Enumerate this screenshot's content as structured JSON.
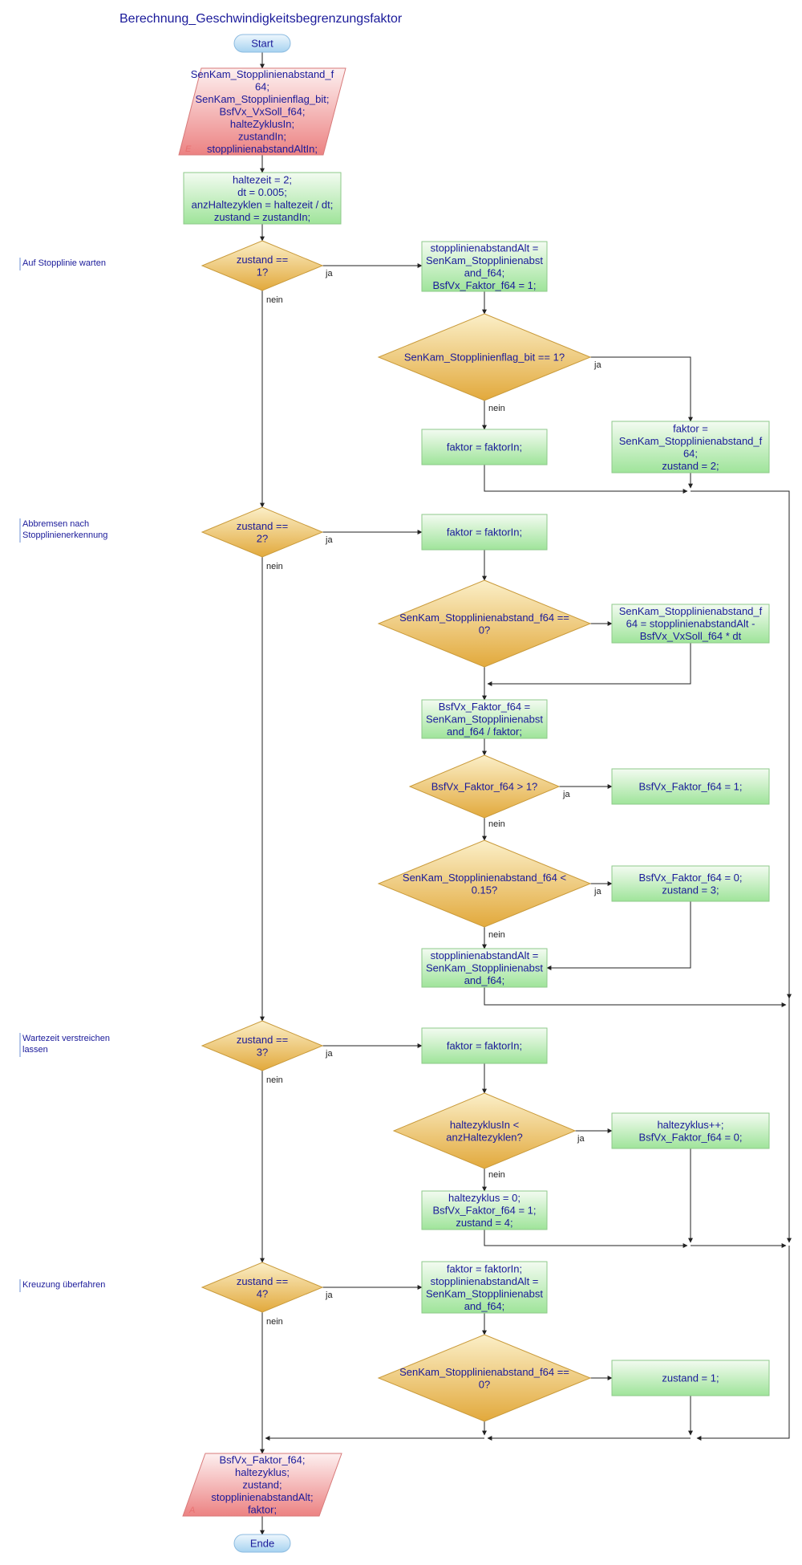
{
  "title": "Berechnung_Geschwindigkeitsbegrenzungsfaktor",
  "labels": {
    "ja": "ja",
    "nein": "nein"
  },
  "io_marks": {
    "input": "E",
    "output": "A"
  },
  "comments": [
    {
      "id": "c1",
      "lines": [
        "Auf Stopplinie warten"
      ]
    },
    {
      "id": "c2",
      "lines": [
        "Abbremsen nach",
        "Stopplinienerkennung"
      ]
    },
    {
      "id": "c3",
      "lines": [
        "Wartezeit verstreichen",
        "lassen"
      ]
    },
    {
      "id": "c4",
      "lines": [
        "Kreuzung überfahren"
      ]
    }
  ],
  "nodes": [
    {
      "id": "start",
      "kind": "terminal",
      "lines": [
        "Start"
      ]
    },
    {
      "id": "input",
      "kind": "io-in",
      "lines": [
        "SenKam_Stopplinienabstand_f",
        "64;",
        "SenKam_Stopplinienflag_bit;",
        "BsfVx_VxSoll_f64;",
        "halteZyklusIn;",
        "zustandIn;",
        "stopplinienabstandAltIn;"
      ]
    },
    {
      "id": "init",
      "kind": "process",
      "lines": [
        "haltezeit = 2;",
        "dt = 0.005;",
        "anzHaltezyklen = haltezeit / dt;",
        "zustand = zustandIn;"
      ]
    },
    {
      "id": "d1",
      "kind": "decision",
      "lines": [
        "zustand ==",
        "1?"
      ]
    },
    {
      "id": "p1a",
      "kind": "process",
      "lines": [
        "stopplinienabstandAlt =",
        "SenKam_Stopplinienabst",
        "and_f64;",
        "BsfVx_Faktor_f64 = 1;"
      ]
    },
    {
      "id": "d1b",
      "kind": "decision",
      "lines": [
        "SenKam_Stopplinienflag_bit == 1?"
      ]
    },
    {
      "id": "p1n",
      "kind": "process",
      "lines": [
        "faktor = faktorIn;"
      ]
    },
    {
      "id": "p1j",
      "kind": "process",
      "lines": [
        "faktor =",
        "SenKam_Stopplinienabstand_f",
        "64;",
        "zustand = 2;"
      ]
    },
    {
      "id": "d2",
      "kind": "decision",
      "lines": [
        "zustand ==",
        "2?"
      ]
    },
    {
      "id": "p2a",
      "kind": "process",
      "lines": [
        "faktor = faktorIn;"
      ]
    },
    {
      "id": "d2b",
      "kind": "decision",
      "lines": [
        "SenKam_Stopplinienabstand_f64 ==",
        "0?"
      ]
    },
    {
      "id": "p2j",
      "kind": "process",
      "lines": [
        "SenKam_Stopplinienabstand_f",
        "64 = stopplinienabstandAlt -",
        "BsfVx_VxSoll_f64 * dt"
      ]
    },
    {
      "id": "p2c",
      "kind": "process",
      "lines": [
        "BsfVx_Faktor_f64 =",
        "SenKam_Stopplinienabst",
        "and_f64 / faktor;"
      ]
    },
    {
      "id": "d2c",
      "kind": "decision",
      "lines": [
        "BsfVx_Faktor_f64 > 1?"
      ]
    },
    {
      "id": "p2cj",
      "kind": "process",
      "lines": [
        "BsfVx_Faktor_f64 = 1;"
      ]
    },
    {
      "id": "d2d",
      "kind": "decision",
      "lines": [
        "SenKam_Stopplinienabstand_f64 <",
        "0.15?"
      ]
    },
    {
      "id": "p2dj",
      "kind": "process",
      "lines": [
        "BsfVx_Faktor_f64 = 0;",
        "zustand = 3;"
      ]
    },
    {
      "id": "p2e",
      "kind": "process",
      "lines": [
        "stopplinienabstandAlt =",
        "SenKam_Stopplinienabst",
        "and_f64;"
      ]
    },
    {
      "id": "d3",
      "kind": "decision",
      "lines": [
        "zustand ==",
        "3?"
      ]
    },
    {
      "id": "p3a",
      "kind": "process",
      "lines": [
        "faktor = faktorIn;"
      ]
    },
    {
      "id": "d3b",
      "kind": "decision",
      "lines": [
        "haltezyklusIn <",
        "anzHaltezyklen?"
      ]
    },
    {
      "id": "p3j",
      "kind": "process",
      "lines": [
        "haltezyklus++;",
        "BsfVx_Faktor_f64 = 0;"
      ]
    },
    {
      "id": "p3n",
      "kind": "process",
      "lines": [
        "haltezyklus = 0;",
        "BsfVx_Faktor_f64 = 1;",
        "zustand = 4;"
      ]
    },
    {
      "id": "d4",
      "kind": "decision",
      "lines": [
        "zustand ==",
        "4?"
      ]
    },
    {
      "id": "p4a",
      "kind": "process",
      "lines": [
        "faktor = faktorIn;",
        "stopplinienabstandAlt =",
        "SenKam_Stopplinienabst",
        "and_f64;"
      ]
    },
    {
      "id": "d4b",
      "kind": "decision",
      "lines": [
        "SenKam_Stopplinienabstand_f64 ==",
        "0?"
      ]
    },
    {
      "id": "p4j",
      "kind": "process",
      "lines": [
        "zustand = 1;"
      ]
    },
    {
      "id": "output",
      "kind": "io-out",
      "lines": [
        "BsfVx_Faktor_f64;",
        "haltezyklus;",
        "zustand;",
        "stopplinienabstandAlt;",
        "faktor;"
      ]
    },
    {
      "id": "end",
      "kind": "terminal",
      "lines": [
        "Ende"
      ]
    }
  ]
}
